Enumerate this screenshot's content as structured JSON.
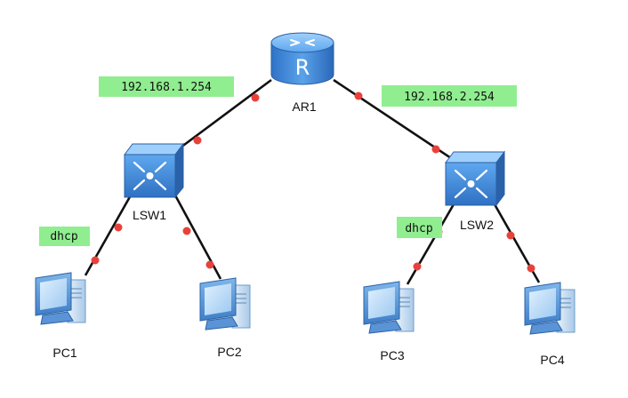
{
  "topology": {
    "router": {
      "label": "AR1",
      "icon": "router-icon"
    },
    "switches": [
      {
        "label": "LSW1",
        "icon": "switch-icon"
      },
      {
        "label": "LSW2",
        "icon": "switch-icon"
      }
    ],
    "pcs": [
      {
        "label": "PC1",
        "icon": "pc-icon"
      },
      {
        "label": "PC2",
        "icon": "pc-icon"
      },
      {
        "label": "PC3",
        "icon": "pc-icon"
      },
      {
        "label": "PC4",
        "icon": "pc-icon"
      }
    ],
    "annotations": {
      "gateway_left": "192.168.1.254",
      "gateway_right": "192.168.2.254",
      "dhcp_left": "dhcp",
      "dhcp_right": "dhcp"
    }
  },
  "colors": {
    "link": "#111111",
    "port": "#e8413b",
    "tag_bg": "#90ee90",
    "device_blue": "#4a86d6"
  }
}
